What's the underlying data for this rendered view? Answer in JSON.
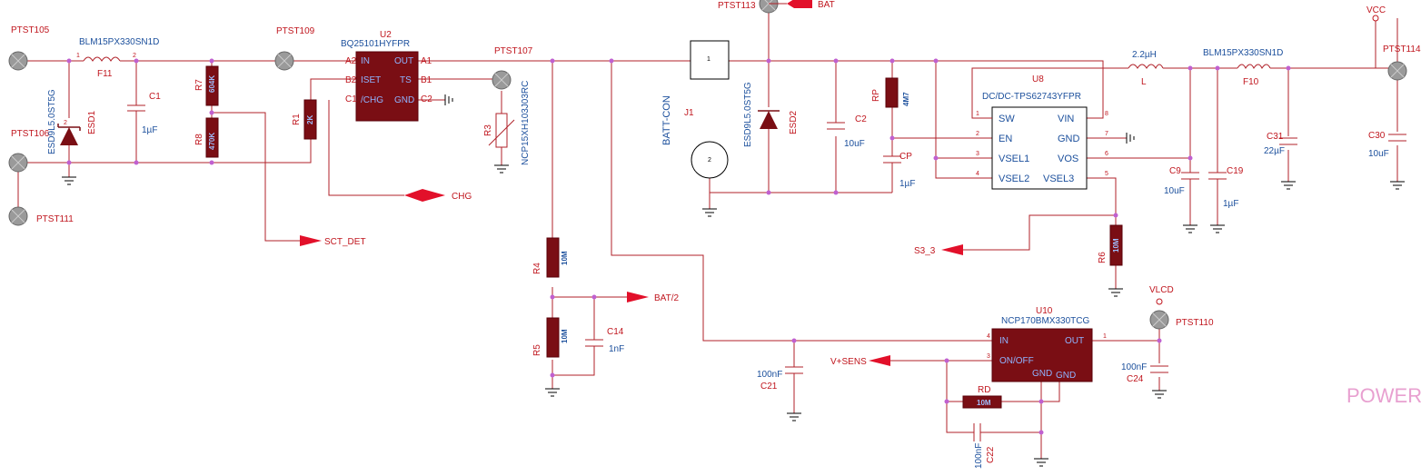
{
  "testpoints": {
    "ptst105": "PTST105",
    "ptst106": "PTST106",
    "ptst111": "PTST111",
    "ptst109": "PTST109",
    "ptst107": "PTST107",
    "ptst113": "PTST113",
    "ptst114": "PTST114",
    "ptst110": "PTST110"
  },
  "power_labels": {
    "vcc": "VCC",
    "vlcd": "VLCD"
  },
  "ports": {
    "bat": "BAT",
    "chg": "CHG",
    "sct_det": "SCT_DET",
    "bat2": "BAT/2",
    "s3_3": "S3_3",
    "vsens": "V+SENS"
  },
  "components": {
    "f11": {
      "ref": "F11",
      "part": "BLM15PX330SN1D"
    },
    "f10": {
      "ref": "F10",
      "part": "BLM15PX330SN1D"
    },
    "esd1": {
      "ref": "ESD1",
      "part": "ESD9L5.0ST5G"
    },
    "esd2": {
      "ref": "ESD2",
      "part": "ESD9L5.0ST5G"
    },
    "c1": {
      "ref": "C1",
      "value": "1µF"
    },
    "r7": {
      "ref": "R7",
      "value": "604K"
    },
    "r8": {
      "ref": "R8",
      "value": "470K"
    },
    "r1": {
      "ref": "R1",
      "value": "2K"
    },
    "r3": {
      "ref": "R3",
      "part": "NCP15XH103J03RC"
    },
    "r4": {
      "ref": "R4",
      "value": "10M"
    },
    "r5": {
      "ref": "R5",
      "value": "10M"
    },
    "c14": {
      "ref": "C14",
      "value": "1nF"
    },
    "j1": {
      "ref": "J1",
      "part": "BATT-CON"
    },
    "c2": {
      "ref": "C2",
      "value": "10uF"
    },
    "rp": {
      "ref": "RP",
      "value": "4M7"
    },
    "cp": {
      "ref": "CP",
      "value": "1µF"
    },
    "l": {
      "ref": "L",
      "value": "2.2µH"
    },
    "c9": {
      "ref": "C9",
      "value": "10uF"
    },
    "c19": {
      "ref": "C19",
      "value": "1µF"
    },
    "c31": {
      "ref": "C31",
      "value": "22µF"
    },
    "c30": {
      "ref": "C30",
      "value": "10uF"
    },
    "r6": {
      "ref": "R6",
      "value": "10M"
    },
    "c21": {
      "ref": "C21",
      "value": "100nF"
    },
    "rd": {
      "ref": "RD",
      "value": "10M"
    },
    "c22": {
      "ref": "C22",
      "value": "100nF"
    },
    "c24": {
      "ref": "C24",
      "value": "100nF"
    }
  },
  "u2": {
    "ref": "U2",
    "part": "BQ25101HYFPR",
    "pins": [
      "IN",
      "ISET",
      "/CHG",
      "OUT",
      "TS",
      "GND"
    ],
    "balls": [
      "A2",
      "B2",
      "C1",
      "A1",
      "B1",
      "C2"
    ]
  },
  "u8": {
    "ref": "U8",
    "part": "DC/DC-TPS62743YFPR",
    "pins": [
      "SW",
      "EN",
      "VSEL1",
      "VSEL2",
      "VIN",
      "GND",
      "VOS",
      "VSEL3"
    ]
  },
  "u10": {
    "ref": "U10",
    "part": "NCP170BMX330TCG",
    "pins": [
      "IN",
      "ON/OFF",
      "GND",
      "GND",
      "OUT"
    ]
  },
  "watermark": "POWER"
}
